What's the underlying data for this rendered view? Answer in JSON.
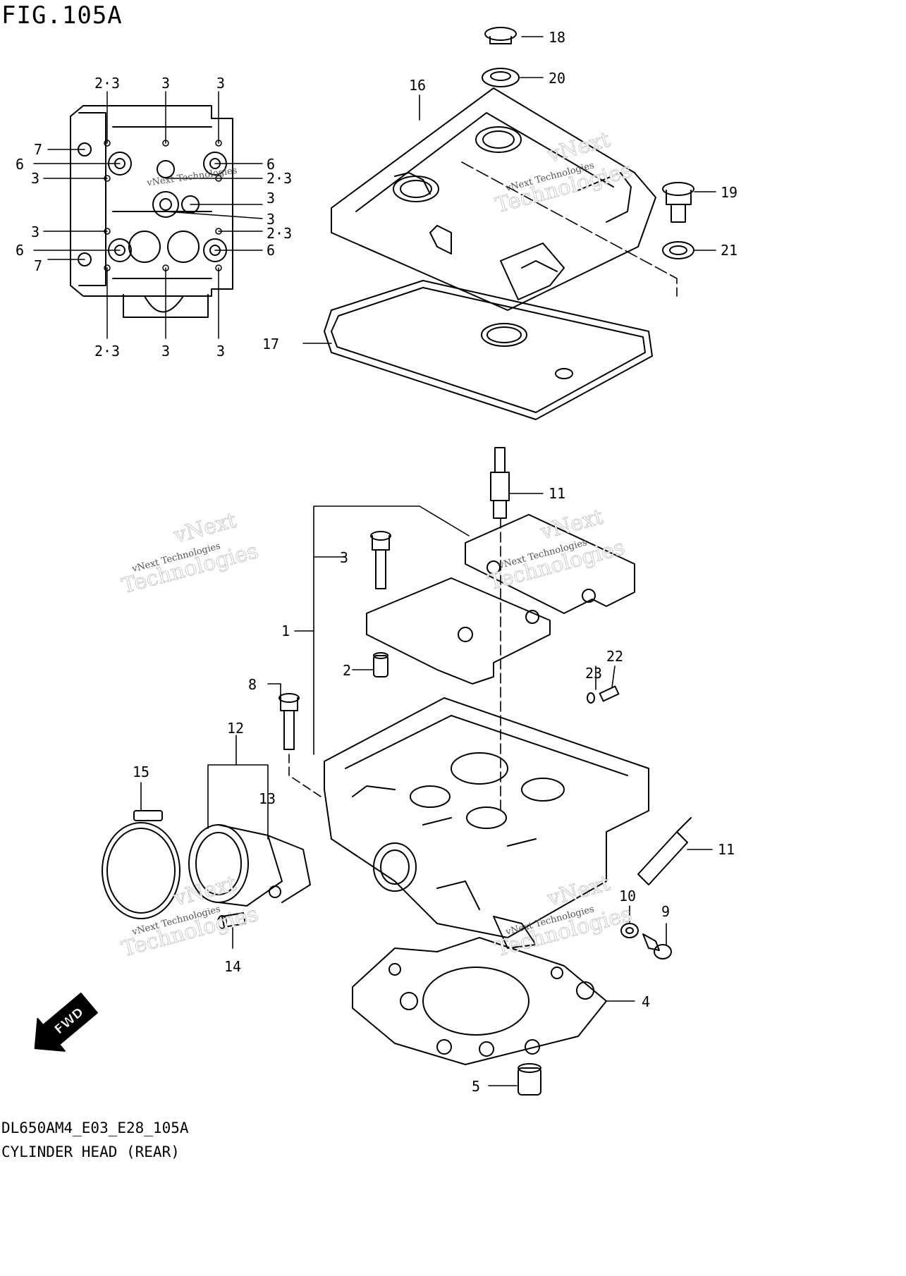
{
  "figure_title": "FIG.105A",
  "diagram_code": "DL650AM4_E03_E28_105A",
  "diagram_name": "CYLINDER HEAD (REAR)",
  "fwd_label": "FWD",
  "watermark": {
    "line1": "vNext",
    "line2": "vNext Technologies",
    "line3": "Technologies"
  },
  "inset_callouts": {
    "top": [
      "2·3",
      "3",
      "3"
    ],
    "bottom": [
      "2·3",
      "3",
      "3"
    ],
    "left": [
      "7",
      "6",
      "3",
      "3",
      "6",
      "7"
    ],
    "right": [
      "6",
      "2·3",
      "3",
      "3",
      "2·3",
      "6"
    ]
  },
  "callouts": [
    "1",
    "2",
    "3",
    "4",
    "5",
    "8",
    "9",
    "10",
    "11",
    "11",
    "12",
    "13",
    "14",
    "15",
    "16",
    "17",
    "18",
    "19",
    "20",
    "21",
    "22",
    "23"
  ]
}
